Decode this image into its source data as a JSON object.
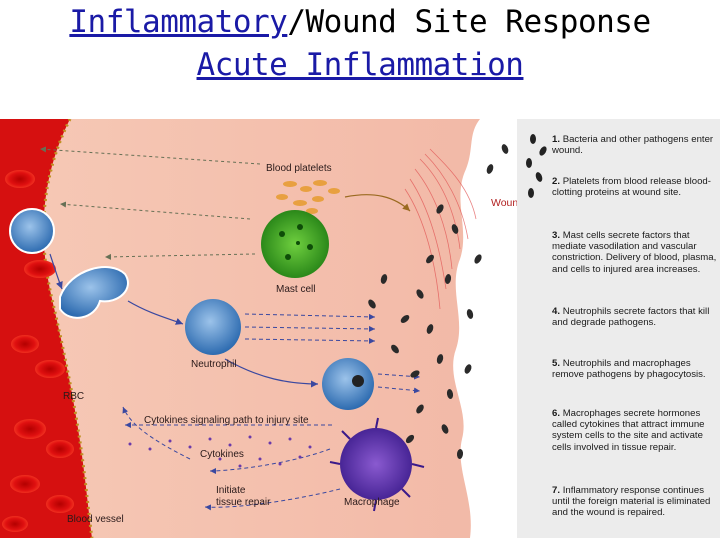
{
  "title": {
    "line1_link": "Inflammatory",
    "line1_rest": "/Wound Site Response",
    "line2_link": "Acute Inflammation"
  },
  "figure": {
    "labels": {
      "blood_platelets": "Blood platelets",
      "wound": "Wound",
      "mast_cell": "Mast cell",
      "neutrophil": "Neutrophil",
      "rbc": "RBC",
      "cytokines_path": "Cytokines signaling path to injury site",
      "cytokines": "Cytokines",
      "initiate_line1": "Initiate",
      "initiate_line2": "tissue repair",
      "macrophage": "Macrophage",
      "blood_vessel": "Blood vessel"
    },
    "steps": [
      {
        "num": "1.",
        "text": "Bacteria and other pathogens enter wound."
      },
      {
        "num": "2.",
        "text": "Platelets from blood release blood-clotting proteins at wound site."
      },
      {
        "num": "3.",
        "text": "Mast cells secrete factors that mediate vasodilation and vascular constriction. Delivery of blood, plasma, and cells to injured area increases."
      },
      {
        "num": "4.",
        "text": "Neutrophils secrete factors that kill and degrade pathogens."
      },
      {
        "num": "5.",
        "text": "Neutrophils and macrophages remove pathogens by phagocytosis."
      },
      {
        "num": "6.",
        "text": "Macrophages secrete hormones called cytokines that attract immune system cells to the site and activate cells involved in tissue repair."
      },
      {
        "num": "7.",
        "text": "Inflammatory response continues until the foreign material is eliminated and the wound is repaired."
      }
    ]
  }
}
